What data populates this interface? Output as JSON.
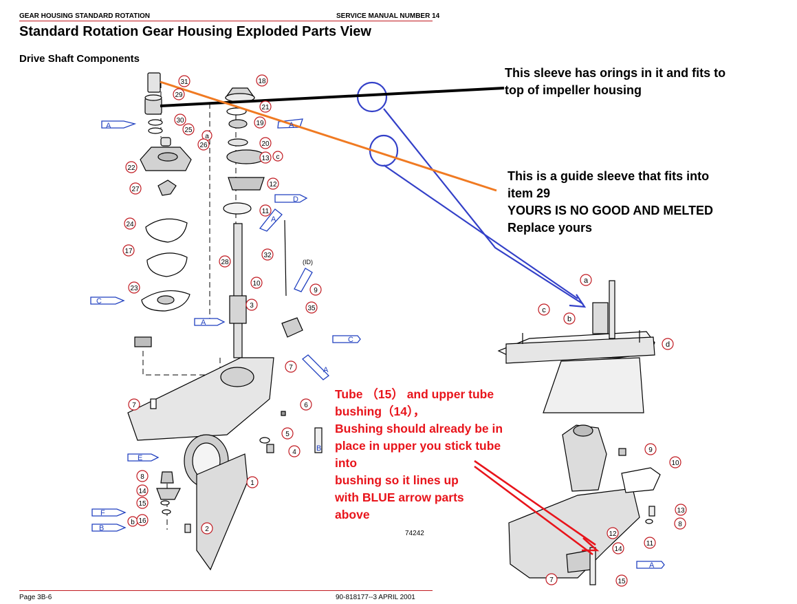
{
  "header": {
    "left": "GEAR HOUSING STANDARD ROTATION",
    "right": "SERVICE MANUAL NUMBER 14"
  },
  "title": "Standard Rotation Gear Housing Exploded Parts View",
  "subtitle": "Drive Shaft Components",
  "annotations": {
    "sleeve_note": "This sleeve has orings in it and fits to\ntop of impeller housing",
    "guide_note": "This is a guide sleeve that fits into\nitem 29\nYOURS IS NO GOOD AND MELTED\nReplace yours",
    "tube_note": "Tube （15） and upper tube\nbushing（14），\nBushing should already be in\nplace in upper you stick tube\ninto\nbushing so it lines up\nwith BLUE arrow parts\nabove"
  },
  "figure_number": "74242",
  "footer": {
    "left": "Page 3B-6",
    "right": "90-818177--3  APRIL 2001"
  },
  "callouts_left": [
    "31",
    "29",
    "18",
    "21",
    "19",
    "20",
    "13",
    "12",
    "11",
    "30",
    "25",
    "26",
    "22",
    "27",
    "24",
    "17",
    "23",
    "32",
    "28",
    "10",
    "3",
    "35",
    "9",
    "7",
    "6",
    "5",
    "4",
    "1",
    "8",
    "14",
    "15",
    "16",
    "2"
  ],
  "callouts_right": [
    "a",
    "b",
    "c",
    "d",
    "9",
    "10",
    "13",
    "8",
    "11",
    "12",
    "14",
    "7",
    "15"
  ],
  "sealant_tags": [
    "A",
    "B",
    "C",
    "D",
    "E",
    "F"
  ],
  "colors": {
    "accent_red": "#e8141b",
    "callout_red": "#c0181f",
    "sealant_blue": "#1f3fbf",
    "ink_blue": "#3340c8",
    "ink_orange": "#f07a22"
  }
}
